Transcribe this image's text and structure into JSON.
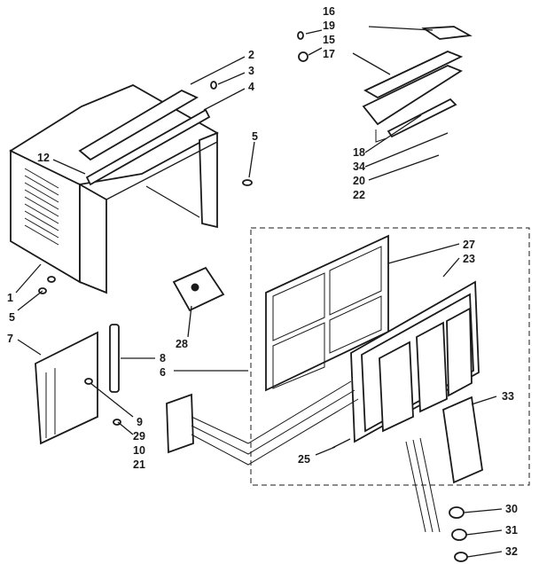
{
  "diagram": {
    "labels": [
      "16",
      "19",
      "15",
      "17",
      "2",
      "3",
      "4",
      "5",
      "12",
      "18",
      "34",
      "20",
      "22",
      "27",
      "23",
      "1",
      "5",
      "28",
      "7",
      "8",
      "6",
      "33",
      "9",
      "29",
      "10",
      "21",
      "25",
      "30",
      "31",
      "32"
    ]
  }
}
